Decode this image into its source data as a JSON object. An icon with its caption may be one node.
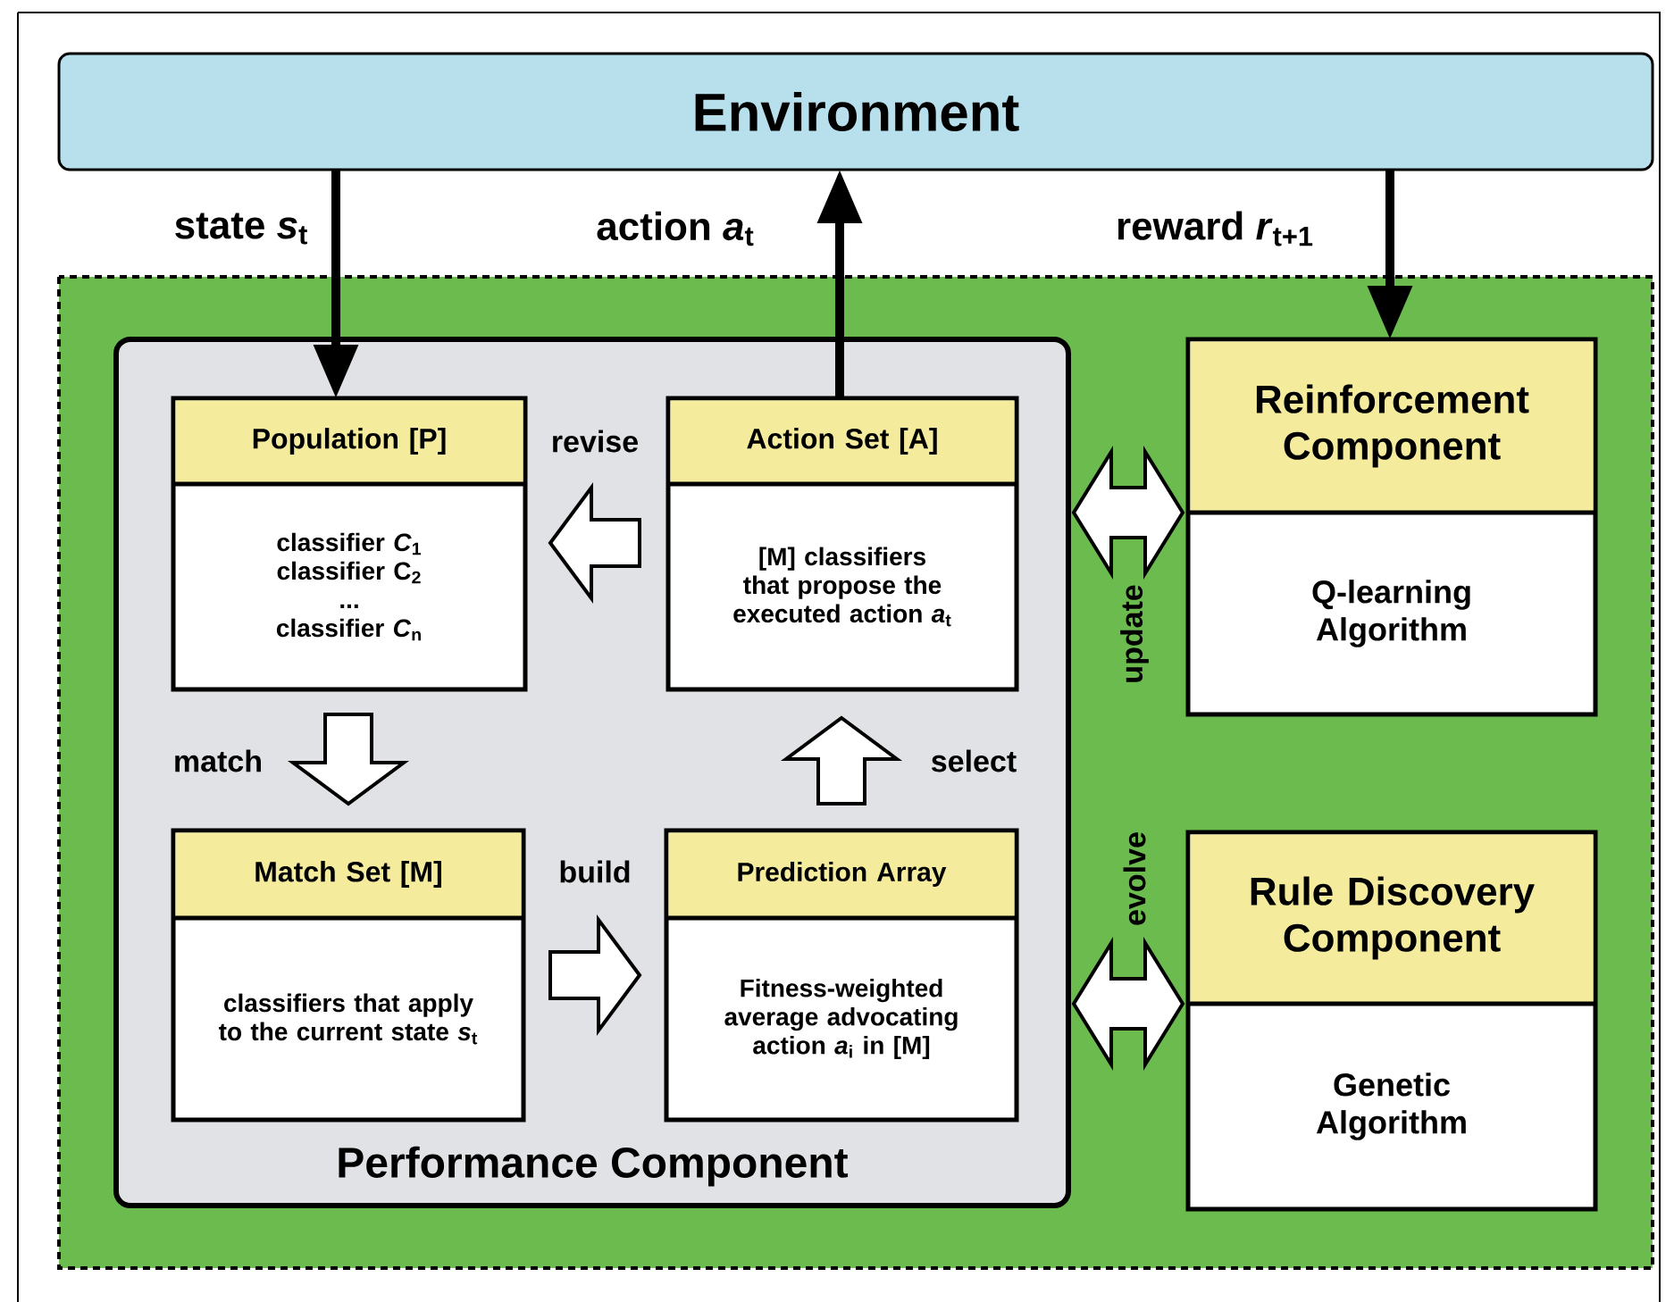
{
  "diagram": {
    "nodes": [
      {
        "text": [
          "Environment"
        ]
      },
      {
        "text": [
          "Performance Component"
        ]
      },
      {
        "text": [
          "Population [P]",
          "classifier *C*$_{1}$",
          "classifier C$_{2}$",
          "...",
          "classifier *C*$_{n}$"
        ],
        "in": 1
      },
      {
        "text": [
          "Action Set [A]",
          "[M] classifiers that propose the executed action *a*$_{t}$"
        ],
        "in": 1
      },
      {
        "text": [
          "Match Set [M]",
          "classifiers that apply to the current state *s*$_{t}$"
        ],
        "in": 1
      },
      {
        "text": [
          "Prediction Array",
          "Fitness-weighted average advocating action *a*$_{i}$ in [M]"
        ],
        "in": 1
      },
      {
        "text": [
          "Reinforcement Component",
          "Q-learning Algorithm"
        ]
      },
      {
        "text": [
          "Rule Discovery Component",
          "Genetic Algorithm"
        ]
      }
    ],
    "edges": [
      {
        "from": 0,
        "to": 2,
        "arrow": "to",
        "label": "state *s*$_{t}$"
      },
      {
        "from": 3,
        "to": 0,
        "arrow": "to",
        "label": "action *a*$_{t}$"
      },
      {
        "from": 0,
        "to": 6,
        "arrow": "to",
        "label": "reward *r*$_{t+1}$"
      },
      {
        "from": 3,
        "to": 2,
        "arrow": "to",
        "label": "revise"
      },
      {
        "from": 2,
        "to": 4,
        "arrow": "to",
        "label": "match"
      },
      {
        "from": 4,
        "to": 5,
        "arrow": "to",
        "label": "build"
      },
      {
        "from": 5,
        "to": 3,
        "arrow": "to",
        "label": "select"
      },
      {
        "from": 1,
        "to": 6,
        "arrow": "both",
        "label": "update"
      },
      {
        "from": 1,
        "to": 7,
        "arrow": "both",
        "label": "evolve"
      }
    ]
  }
}
